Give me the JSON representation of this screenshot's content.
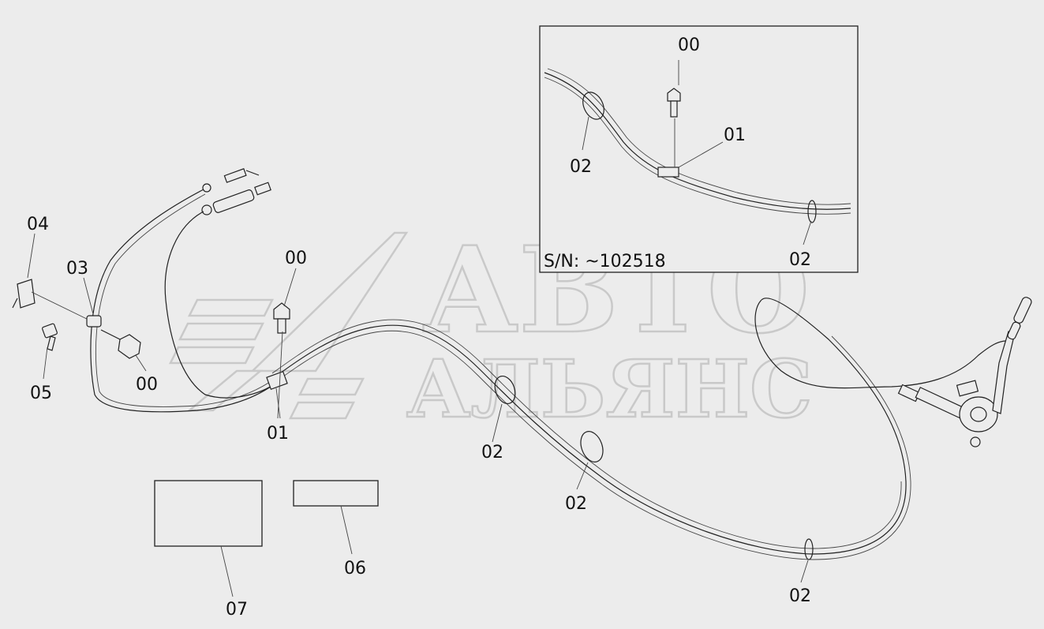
{
  "watermark": {
    "line1": "АВТО",
    "line2": "АЛЬЯНС"
  },
  "inset": {
    "serial_note": "S/N: ~102518",
    "callouts": [
      "00",
      "01",
      "02",
      "02"
    ]
  },
  "callouts": {
    "c04": "04",
    "c03": "03",
    "c05": "05",
    "c00_bolt_left": "00",
    "c00_bolt_center": "00",
    "c01": "01",
    "c02_a": "02",
    "c02_b": "02",
    "c02_c": "02",
    "c06": "06",
    "c07": "07"
  },
  "colors": {
    "background": "#ececec",
    "line": "#222222",
    "watermark": "#c9c9c9"
  }
}
